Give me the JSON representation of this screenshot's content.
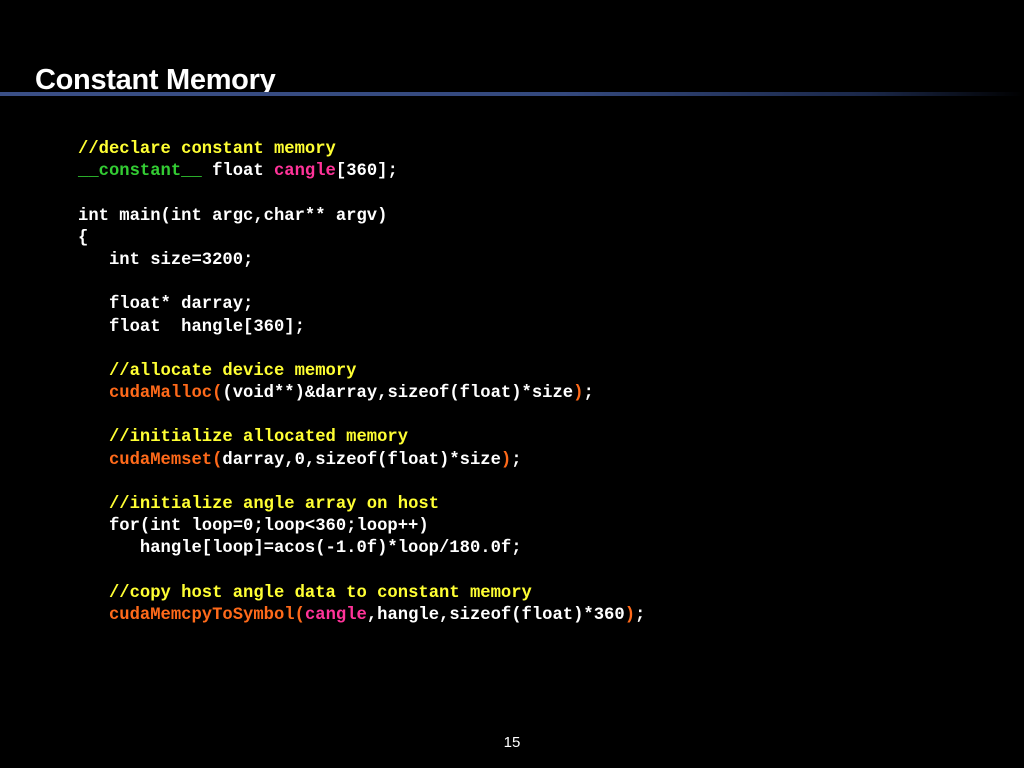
{
  "slide": {
    "title": "Constant Memory",
    "page_number": "15"
  },
  "colors": {
    "background": "#000000",
    "comment": "#ffff33",
    "qualifier": "#33cc33",
    "symbol": "#ff3399",
    "function": "#ff6a1a",
    "title_rule": "#3a4f86"
  },
  "code": {
    "lines": [
      [
        {
          "t": "//declare constant memory",
          "c": "comment"
        }
      ],
      [
        {
          "t": "__constant__",
          "c": "green"
        },
        {
          "t": " float ",
          "c": "white"
        },
        {
          "t": "cangle",
          "c": "pink"
        },
        {
          "t": "[360];",
          "c": "white"
        }
      ],
      [],
      [
        {
          "t": "int main(int argc,char** argv)",
          "c": "white"
        }
      ],
      [
        {
          "t": "{",
          "c": "white"
        }
      ],
      [
        {
          "t": "   int size=3200;",
          "c": "white"
        }
      ],
      [],
      [
        {
          "t": "   float* darray;",
          "c": "white"
        }
      ],
      [
        {
          "t": "   float  hangle[360];",
          "c": "white"
        }
      ],
      [],
      [
        {
          "t": "   ",
          "c": "white"
        },
        {
          "t": "//allocate device memory",
          "c": "comment"
        }
      ],
      [
        {
          "t": "   ",
          "c": "white"
        },
        {
          "t": "cudaMalloc(",
          "c": "orange"
        },
        {
          "t": "(void**)&darray,sizeof(float)*size",
          "c": "white"
        },
        {
          "t": ")",
          "c": "orange"
        },
        {
          "t": ";",
          "c": "white"
        }
      ],
      [],
      [
        {
          "t": "   ",
          "c": "white"
        },
        {
          "t": "//initialize allocated memory",
          "c": "comment"
        }
      ],
      [
        {
          "t": "   ",
          "c": "white"
        },
        {
          "t": "cudaMemset(",
          "c": "orange"
        },
        {
          "t": "darray,0,sizeof(float)*size",
          "c": "white"
        },
        {
          "t": ")",
          "c": "orange"
        },
        {
          "t": ";",
          "c": "white"
        }
      ],
      [],
      [
        {
          "t": "   ",
          "c": "white"
        },
        {
          "t": "//initialize angle array on host",
          "c": "comment"
        }
      ],
      [
        {
          "t": "   for(int loop=0;loop<360;loop++)",
          "c": "white"
        }
      ],
      [
        {
          "t": "      hangle[loop]=acos(-1.0f)*loop/180.0f;",
          "c": "white"
        }
      ],
      [],
      [
        {
          "t": "   ",
          "c": "white"
        },
        {
          "t": "//copy host angle data to constant memory",
          "c": "comment"
        }
      ],
      [
        {
          "t": "   ",
          "c": "white"
        },
        {
          "t": "cudaMemcpyToSymbol(",
          "c": "orange"
        },
        {
          "t": "cangle",
          "c": "pink"
        },
        {
          "t": ",hangle,sizeof(float)*360",
          "c": "white"
        },
        {
          "t": ")",
          "c": "orange"
        },
        {
          "t": ";",
          "c": "white"
        }
      ]
    ]
  }
}
